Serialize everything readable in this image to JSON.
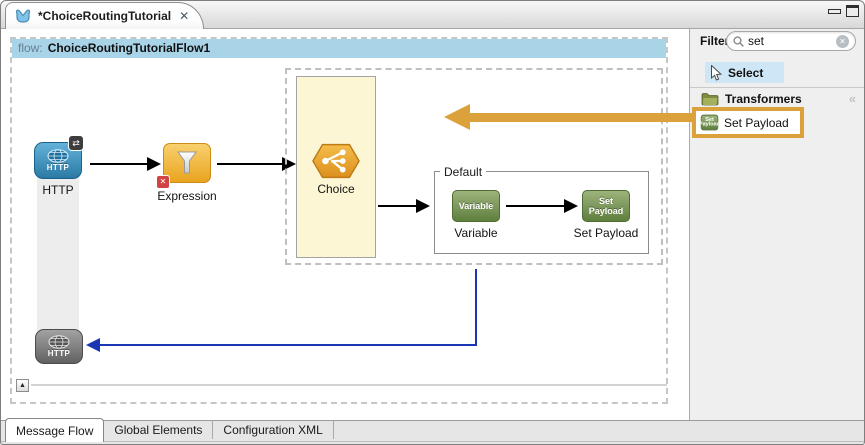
{
  "editor_tab": {
    "title": "*ChoiceRoutingTutorial"
  },
  "flow": {
    "header": {
      "prefix": "flow:",
      "name": "ChoiceRoutingTutorialFlow1"
    },
    "nodes": {
      "http_in": {
        "icon_text": "HTTP",
        "label": "HTTP"
      },
      "expression": {
        "label": "Expression"
      },
      "choice": {
        "label": "Choice"
      },
      "default_scope": {
        "label": "Default"
      },
      "variable": {
        "icon_text": "Variable",
        "label": "Variable"
      },
      "set_payload": {
        "icon_line1": "Set",
        "icon_line2": "Payload",
        "label": "Set Payload"
      },
      "http_out": {
        "icon_text": "HTTP"
      }
    }
  },
  "palette": {
    "filter_label": "Filter:",
    "filter_value": "set",
    "select_label": "Select",
    "category": {
      "label": "Transformers"
    },
    "item": {
      "label": "Set Payload",
      "icon_line1": "Set",
      "icon_line2": "Payload"
    }
  },
  "bottom_tabs": [
    {
      "label": "Message Flow",
      "active": true
    },
    {
      "label": "Global Elements",
      "active": false
    },
    {
      "label": "Configuration XML",
      "active": false
    }
  ],
  "icons": {
    "exchange": "⇄",
    "error": "✕",
    "close": "✕",
    "clear": "✕",
    "collapse_up": "▲",
    "palette_collapse": "«"
  },
  "colors": {
    "highlight_orange": "#DBA23B",
    "selection_blue": "#CFE6F6",
    "flow_header_blue": "#A9D4E8",
    "connection_blue": "#1B36B3",
    "node_green": "#6D8B47",
    "node_orange": "#EDA93C",
    "endpoint_blue": "#2F85B5",
    "choice_scope_yellow": "#FCF6D5"
  }
}
